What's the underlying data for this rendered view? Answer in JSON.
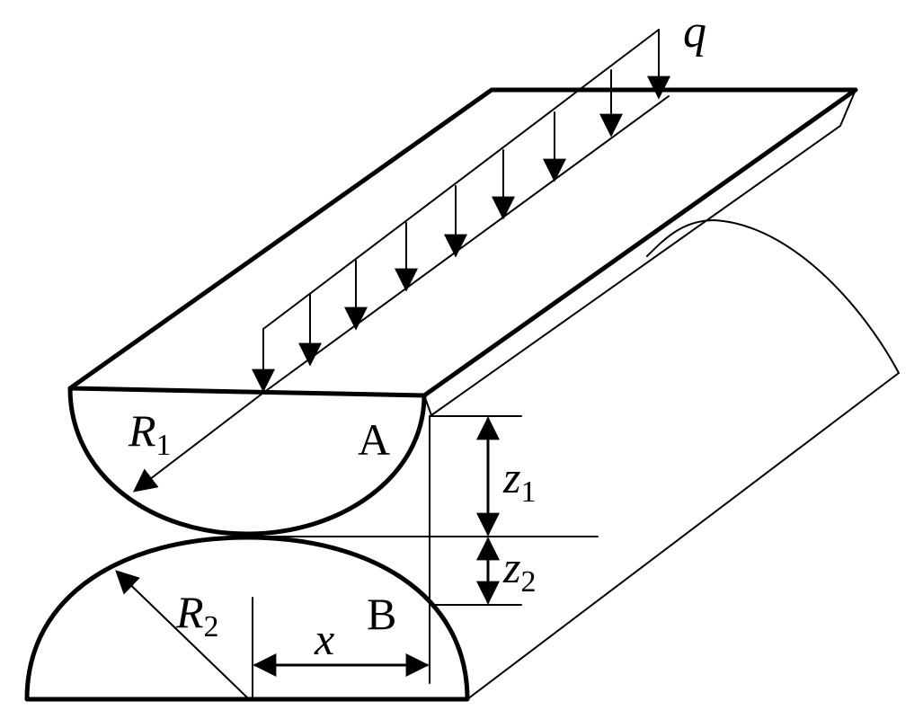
{
  "labels": {
    "load": "q",
    "radius_1": "R",
    "radius_1_sub": "1",
    "radius_2": "R",
    "radius_2_sub": "2",
    "point_a": "A",
    "point_b": "B",
    "z1": "z",
    "z1_sub": "1",
    "z2": "z",
    "z2_sub": "2",
    "distance": "x"
  },
  "colors": {
    "ink": "#000000",
    "background": "#ffffff"
  }
}
